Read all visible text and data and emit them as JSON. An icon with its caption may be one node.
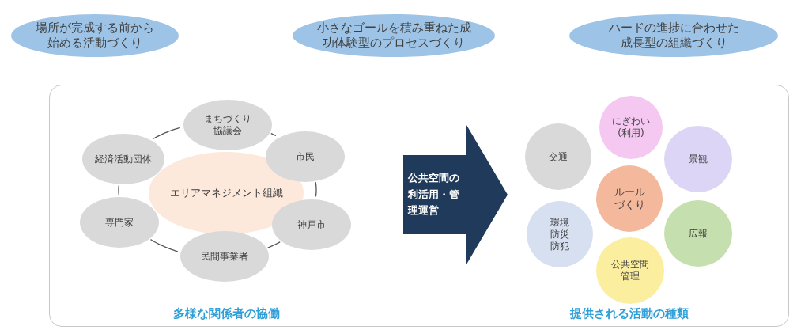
{
  "diagram": {
    "nodes": [
      {
        "text": [
          "場所が完成する前から始める活動づくり"
        ]
      },
      {
        "text": [
          "小さなゴールを積み重ねた成功体験型のプロセスづくり"
        ]
      },
      {
        "text": [
          "ハードの進捗に合わせた成長型の組織づくり"
        ]
      },
      {
        "text": [],
        "shape": "box"
      },
      {
        "text": [
          "エリアマネジメント組織"
        ],
        "in": 3
      },
      {
        "text": [
          "まちづくり協議会"
        ],
        "in": 3
      },
      {
        "text": [
          "市民"
        ],
        "in": 3
      },
      {
        "text": [
          "神戸市"
        ],
        "in": 3
      },
      {
        "text": [
          "民間事業者"
        ],
        "in": 3
      },
      {
        "text": [
          "専門家"
        ],
        "in": 3
      },
      {
        "text": [
          "経済活動団体"
        ],
        "in": 3
      },
      {
        "text": [
          "公共空間の利活用・管理運営"
        ],
        "in": 3
      },
      {
        "text": [
          "にぎわい(利用)"
        ],
        "in": 3
      },
      {
        "text": [
          "交通"
        ],
        "in": 3
      },
      {
        "text": [
          "景観"
        ],
        "in": 3
      },
      {
        "text": [
          "ルールづくり"
        ],
        "in": 3
      },
      {
        "text": [
          "環境防災防犯"
        ],
        "in": 3
      },
      {
        "text": [
          "広報"
        ],
        "in": 3
      },
      {
        "text": [
          "公共空間管理"
        ],
        "in": 3
      }
    ],
    "edges": [
      {
        "from": 5,
        "to": 6,
        "arrow": "none"
      },
      {
        "from": 6,
        "to": 7,
        "arrow": "none"
      },
      {
        "from": 7,
        "to": 8,
        "arrow": "none"
      },
      {
        "from": 8,
        "to": 9,
        "arrow": "none"
      },
      {
        "from": 9,
        "to": 10,
        "arrow": "none"
      },
      {
        "from": 10,
        "to": 5,
        "arrow": "none"
      }
    ],
    "labels": [
      "多様な関係者の協働",
      "提供される活動の種類"
    ]
  }
}
